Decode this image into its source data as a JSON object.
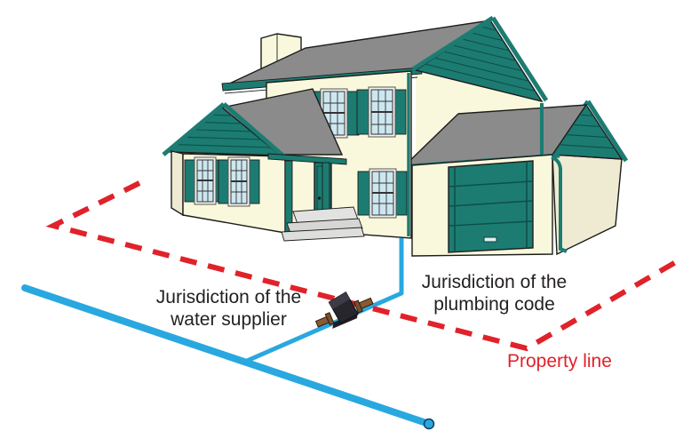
{
  "diagram": {
    "description": "House water-service diagram showing jurisdiction boundary between water supplier and plumbing code at the water meter on the property line"
  },
  "labels": {
    "water_supplier": {
      "line1": "Jurisdiction of the",
      "line2": "water supplier"
    },
    "plumbing_code": {
      "line1": "Jurisdiction of the",
      "line2": "plumbing code"
    },
    "property": {
      "text": "Property line"
    }
  },
  "icons": {
    "water_meter": "water-meter-curb-stop",
    "water_main": "water-main-pipe",
    "water_service": "water-service-pipe",
    "property_boundary": "dashed-property-line"
  },
  "colors": {
    "water_line_blue": "#29A8E0",
    "property_line_red": "#E0222A",
    "label_text": "#231F20",
    "wall_cream": "#FAF8DC",
    "wall_shade": "#EFEBD2",
    "trim_teal": "#1C7C72",
    "trim_teal_dark": "#0F4F49",
    "roof_gray": "#8B8B8B",
    "window_glass": "#CDE7F0"
  }
}
